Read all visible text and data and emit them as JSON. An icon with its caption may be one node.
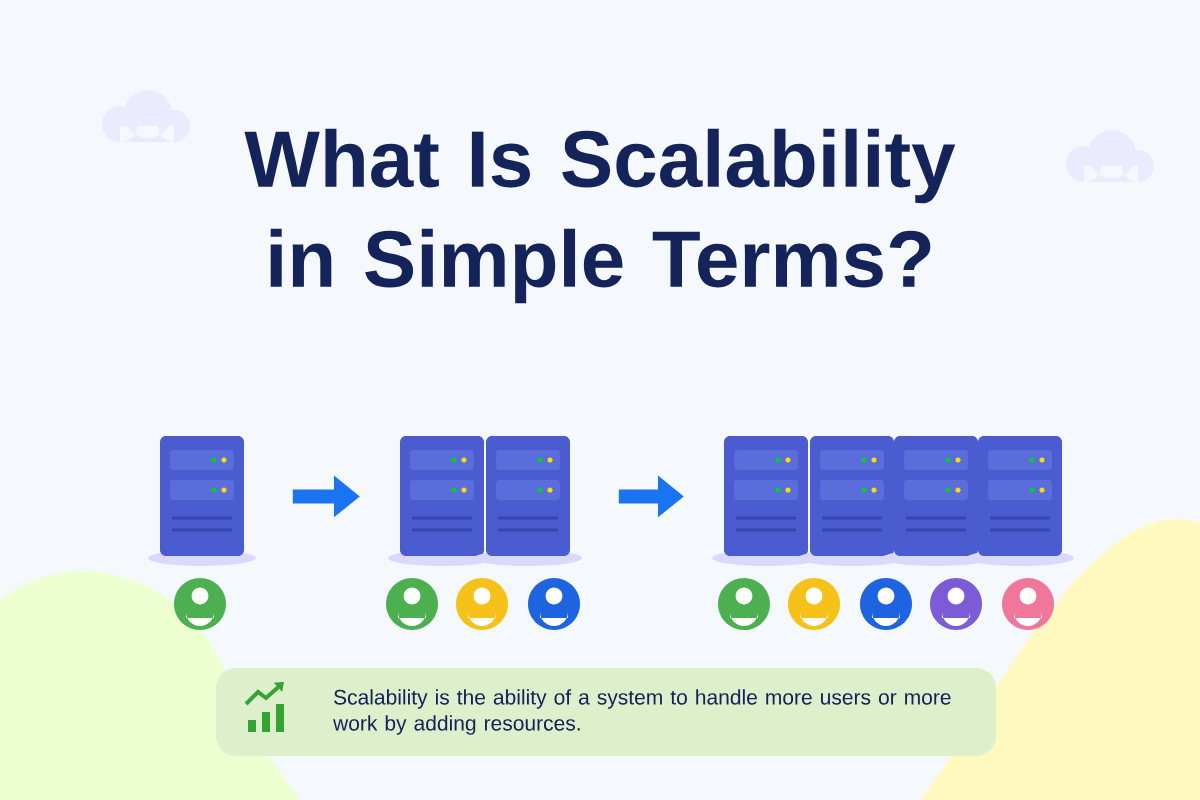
{
  "diagram": {
    "title": "What Is Scalability in Simple Terms?",
    "nodes": [
      {
        "text": [],
        "shape": "picture"
      },
      {
        "text": [],
        "shape": "picture"
      },
      {
        "text": [],
        "shape": "picture"
      },
      {
        "text": [
          "Scalability is the ability of a system to handle more users or more work by adding resources."
        ]
      }
    ],
    "edges": [
      {
        "from": 0,
        "to": 1,
        "arrow": "to"
      },
      {
        "from": 1,
        "to": 2,
        "arrow": "to"
      }
    ]
  }
}
